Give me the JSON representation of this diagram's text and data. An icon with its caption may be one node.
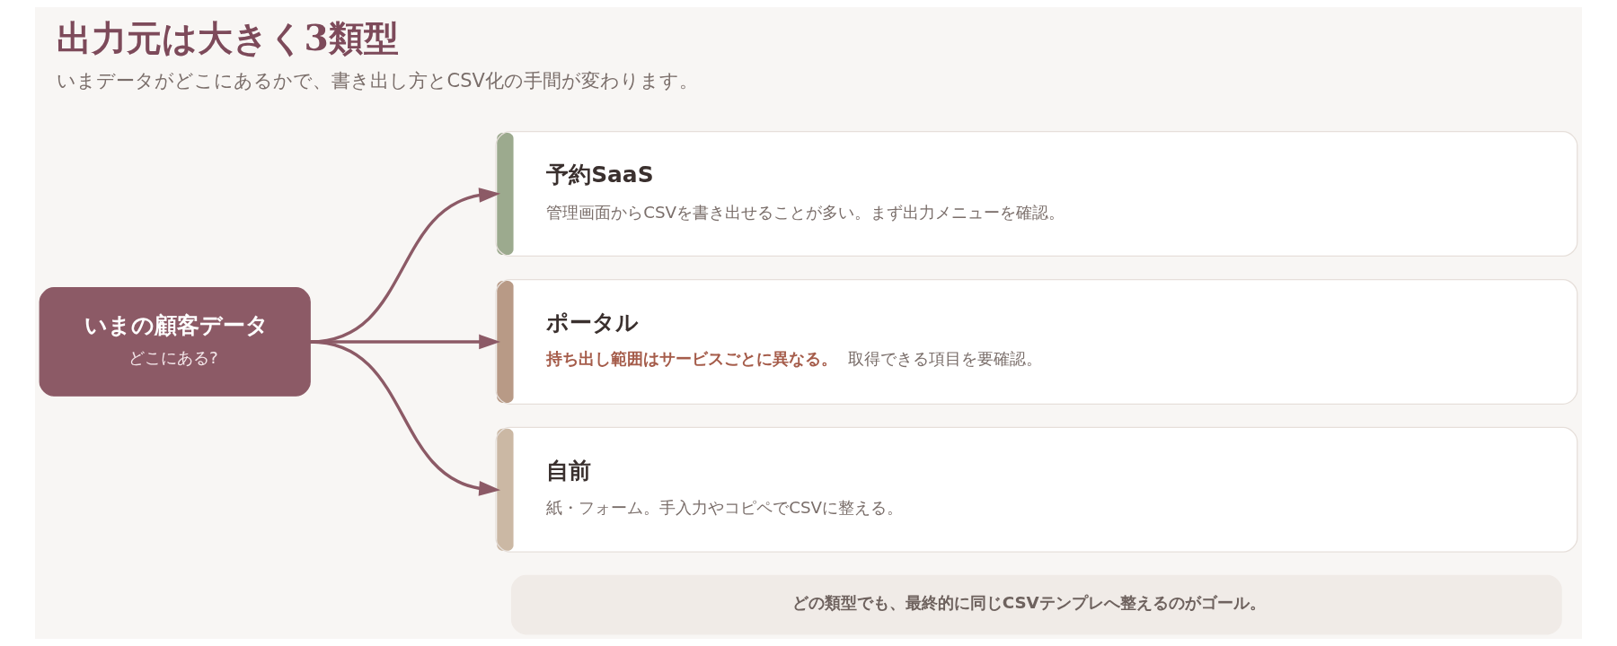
{
  "diagram": {
    "title": "出力元は大きく3類型",
    "caption": "いまデータがどこにあるかで、書き出し方とCSV化の手間が変わります。",
    "nodes": [
      {
        "text": [
          "いまの顧客データ",
          "どこにある?"
        ]
      },
      {
        "text": [
          "予約SaaS",
          "管理画面からCSVを書き出せることが多い。まず出力メニューを確認。"
        ]
      },
      {
        "text": [
          "ポータル",
          "**持ち出し範囲はサービスごとに異なる。**取得できる項目を要確認。"
        ]
      },
      {
        "text": [
          "自前",
          "紙・フォーム。手入力やコピペでCSVに整える。"
        ]
      },
      {
        "text": [
          "どの類型でも、最終的に同じCSVテンプレへ整えるのがゴール。"
        ]
      }
    ],
    "edges": [
      {
        "from": 0,
        "to": 1,
        "arrow": "to"
      },
      {
        "from": 0,
        "to": 2,
        "arrow": "to"
      },
      {
        "from": 0,
        "to": 3,
        "arrow": "to"
      }
    ]
  }
}
